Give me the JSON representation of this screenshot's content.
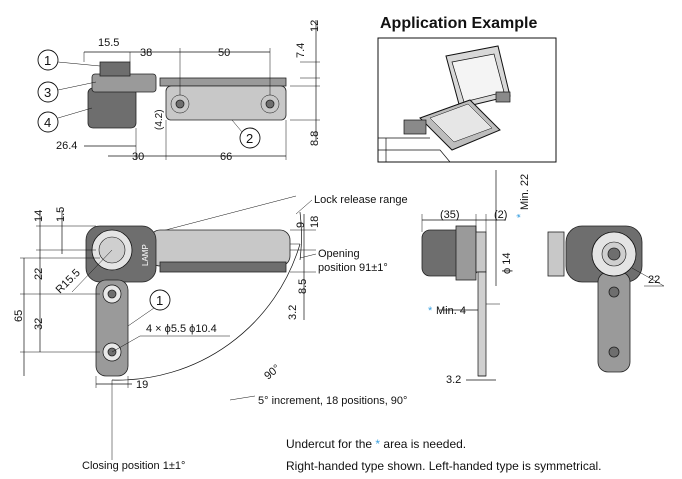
{
  "title": "Application Example",
  "callouts": {
    "c1": "1",
    "c2": "2",
    "c3": "3",
    "c4": "4",
    "c1b": "1"
  },
  "top_dims": {
    "d15_5": "15.5",
    "d38": "38",
    "d50": "50",
    "d26_4": "26.4",
    "d30": "30",
    "d66": "66",
    "d12": "12",
    "d7_4": "7.4",
    "d8_8": "8.8",
    "d4_2": "(4.2)"
  },
  "main_dims": {
    "d14": "14",
    "d1_5": "1.5",
    "d22": "22",
    "d32": "32",
    "d65": "65",
    "r15_5": "R15.5",
    "d19": "19",
    "d9": "9",
    "d18": "18",
    "d8_5": "8.5",
    "d3_2": "3.2",
    "holes": "4 × ϕ5.5 ϕ10.4",
    "angle90": "90°",
    "logo": "LAMP"
  },
  "side_dims": {
    "d35": "(35)",
    "d2": "(2)",
    "min22": "Min. 22",
    "phi14": "ϕ 14",
    "min4": "Min. 4",
    "d3_2": "3.2",
    "d22": "22"
  },
  "labels": {
    "lock_release": "Lock release range",
    "opening_1": "Opening",
    "opening_2": "position 91±1°",
    "increment": "5° increment, 18 positions, 90°",
    "closing": "Closing position 1±1°"
  },
  "notes": {
    "undercut_a": "Undercut for the ",
    "star": "*",
    "undercut_b": " area is needed.",
    "handed": "Right-handed type shown. Left-handed type is symmetrical."
  }
}
